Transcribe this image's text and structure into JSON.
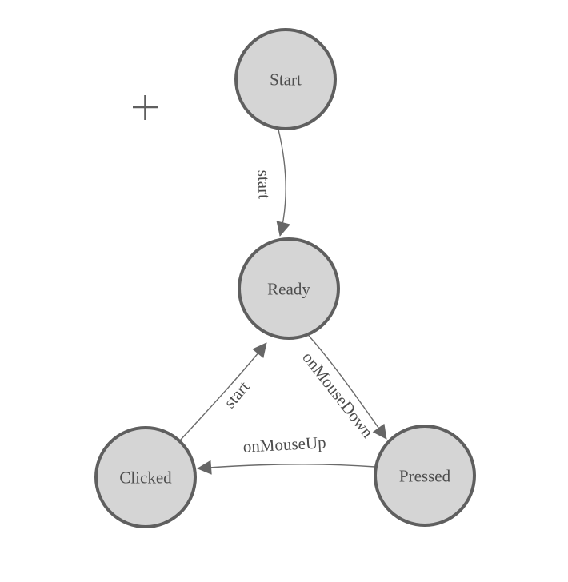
{
  "colors": {
    "background": "#ffffff",
    "node_fill": "#d5d5d5",
    "node_stroke": "#5f5f5f",
    "edge_stroke": "#6b6b6b",
    "arrowhead_fill": "#666666",
    "label_text": "#4d4d4d"
  },
  "icons": {
    "crosshair": "+"
  },
  "nodes": [
    {
      "id": "start",
      "label": "Start"
    },
    {
      "id": "ready",
      "label": "Ready"
    },
    {
      "id": "clicked",
      "label": "Clicked"
    },
    {
      "id": "pressed",
      "label": "Pressed"
    }
  ],
  "edges": [
    {
      "id": "start-ready",
      "from": "Start",
      "to": "Ready",
      "label": "start"
    },
    {
      "id": "ready-pressed",
      "from": "Ready",
      "to": "Pressed",
      "label": "onMouseDown"
    },
    {
      "id": "pressed-clicked",
      "from": "Pressed",
      "to": "Clicked",
      "label": "onMouseUp"
    },
    {
      "id": "clicked-ready",
      "from": "Clicked",
      "to": "Ready",
      "label": "start"
    }
  ]
}
